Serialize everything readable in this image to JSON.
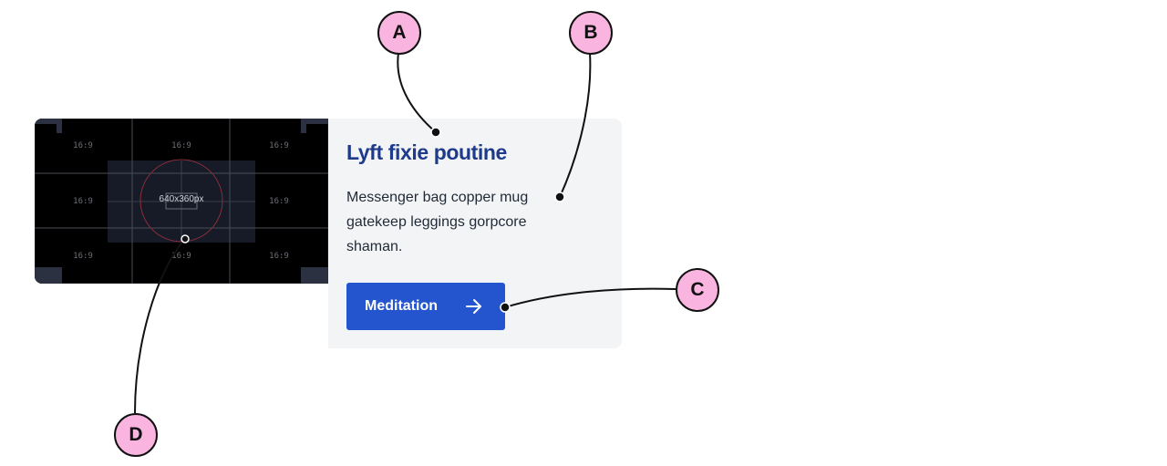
{
  "media": {
    "ratio_label": "16:9",
    "size_label": "640x360px"
  },
  "card": {
    "title": "Lyft fixie poutine",
    "description": "Messenger bag copper mug gatekeep leggings gorpcore shaman.",
    "button_label": "Meditation",
    "button_icon": "arrow-right-icon"
  },
  "callouts": {
    "a": "A",
    "b": "B",
    "c": "C",
    "d": "D"
  },
  "colors": {
    "title": "#1e3a8a",
    "button": "#2554cf",
    "card_background": "#f3f4f6",
    "callout_fill": "#f9b4df",
    "media_background": "#000000"
  }
}
